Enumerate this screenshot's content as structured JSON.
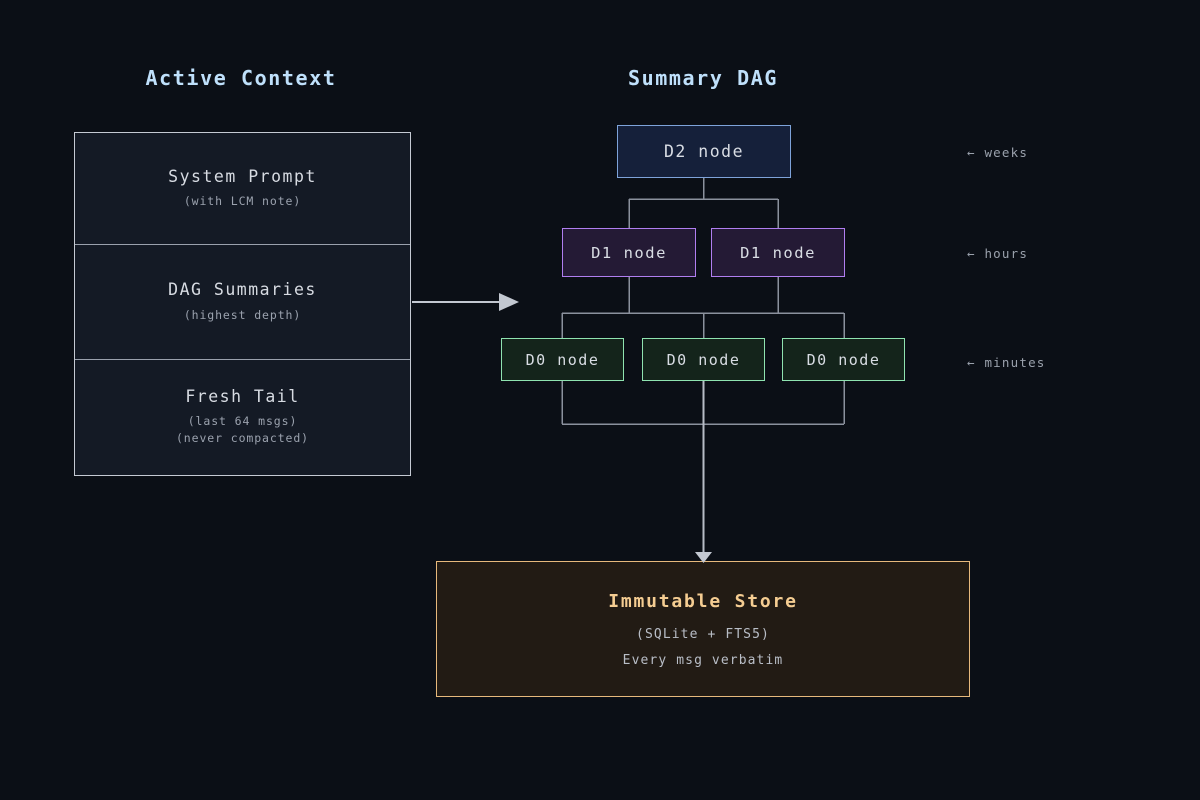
{
  "page": {
    "background": "#0b0f16"
  },
  "columns": {
    "left_title": "Active Context",
    "right_title": "Summary DAG",
    "title_color": "#bfe0fb"
  },
  "active_context": {
    "border_color": "#c5cad3",
    "fill_color": "#141a25",
    "cells": [
      {
        "title": "System Prompt",
        "sub1": "(with LCM note)",
        "sub2": ""
      },
      {
        "title": "DAG Summaries",
        "sub1": "(highest depth)",
        "sub2": ""
      },
      {
        "title": "Fresh Tail",
        "sub1": "(last 64 msgs)",
        "sub2": "(never compacted)"
      }
    ]
  },
  "summary_dag": {
    "d2": {
      "label": "D2 node",
      "border_color": "#7ea3da",
      "fill_color": "#15203a"
    },
    "d1": {
      "border_color": "#b07ef0",
      "fill_color": "#241a35",
      "nodes": [
        {
          "label": "D1 node"
        },
        {
          "label": "D1 node"
        }
      ]
    },
    "d0": {
      "border_color": "#8fe3b0",
      "fill_color": "#14241b",
      "nodes": [
        {
          "label": "D0 node"
        },
        {
          "label": "D0 node"
        },
        {
          "label": "D0 node"
        }
      ]
    },
    "edge_color": "#8b919d"
  },
  "scales": [
    {
      "label": "← weeks"
    },
    {
      "label": "← hours"
    },
    {
      "label": "← minutes"
    }
  ],
  "store": {
    "title": "Immutable Store",
    "sub1": "(SQLite + FTS5)",
    "sub2": "Every msg verbatim",
    "border_color": "#e7b97c",
    "fill_color": "#221b14",
    "title_color": "#f5cd92"
  },
  "arrows": {
    "context_to_dag": "horizontal-right-arrow",
    "dag_to_store": "vertical-down-arrow",
    "color": "#c3c8d1"
  }
}
